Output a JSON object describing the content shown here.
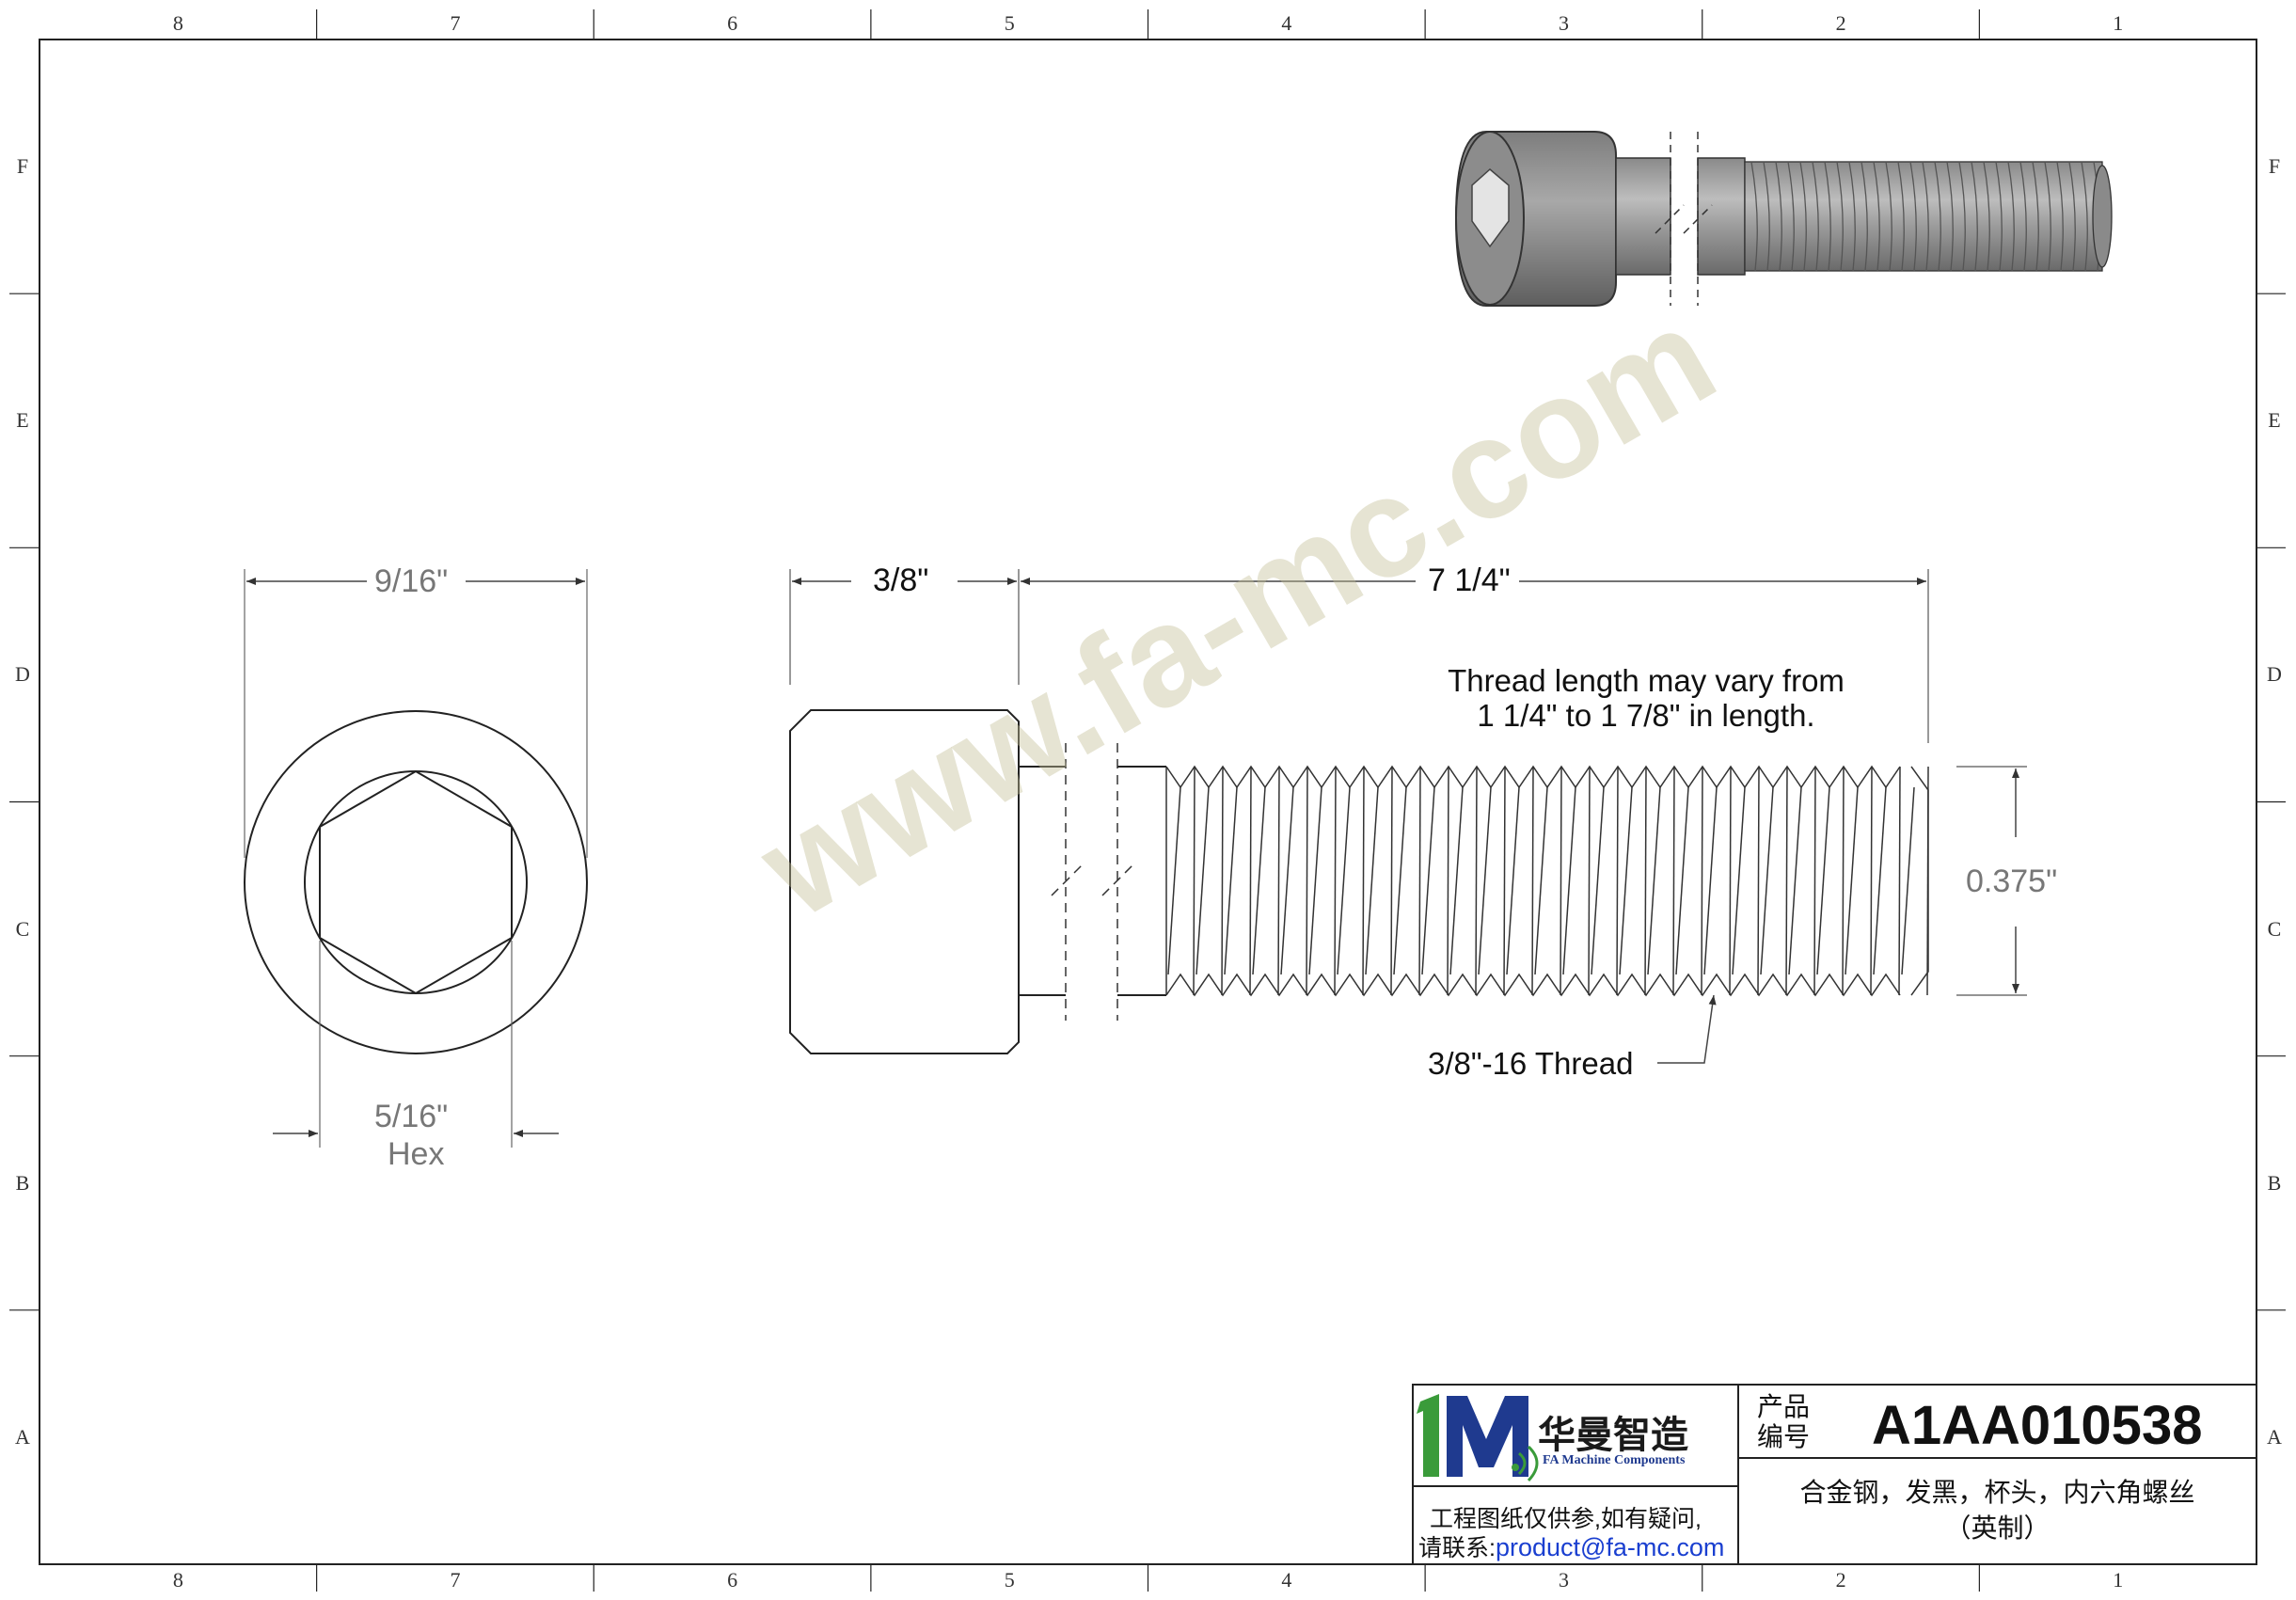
{
  "zones": {
    "columns": [
      "8",
      "7",
      "6",
      "5",
      "4",
      "3",
      "2",
      "1"
    ],
    "rows": [
      "F",
      "E",
      "D",
      "C",
      "B",
      "A"
    ]
  },
  "end_view": {
    "overall_dim": "9/16\"",
    "hex_dim": "5/16\"",
    "hex_label": "Hex"
  },
  "side_view": {
    "head_dim": "3/8\"",
    "length_dim": "7 1/4\"",
    "note_line1": "Thread length may vary from",
    "note_line2": "1 1/4\" to 1 7/8\" in length.",
    "diameter_dim": "0.375\"",
    "thread_callout": "3/8\"-16 Thread"
  },
  "watermark": "www.fa-mc.com",
  "title_block": {
    "logo_mark": "1M",
    "logo_cn": "华曼智造",
    "logo_en": "FA Machine Components",
    "disclaimer_line1": "工程图纸仅供参,如有疑问,",
    "disclaimer_line2_prefix": "请联系:",
    "contact_email": "product@fa-mc.com",
    "part_no_label_line1": "产品",
    "part_no_label_line2": "编号",
    "part_no": "A1AA010538",
    "description_line1": "合金钢，发黑，杯头，内六角螺丝",
    "description_line2": "（英制）"
  },
  "colors": {
    "line": "#222222",
    "dim_text": "#777777",
    "logo_green": "#3a9b3a",
    "logo_blue": "#1f3a8f",
    "email_blue": "#1a3fd0",
    "watermark": "#c4be96"
  }
}
